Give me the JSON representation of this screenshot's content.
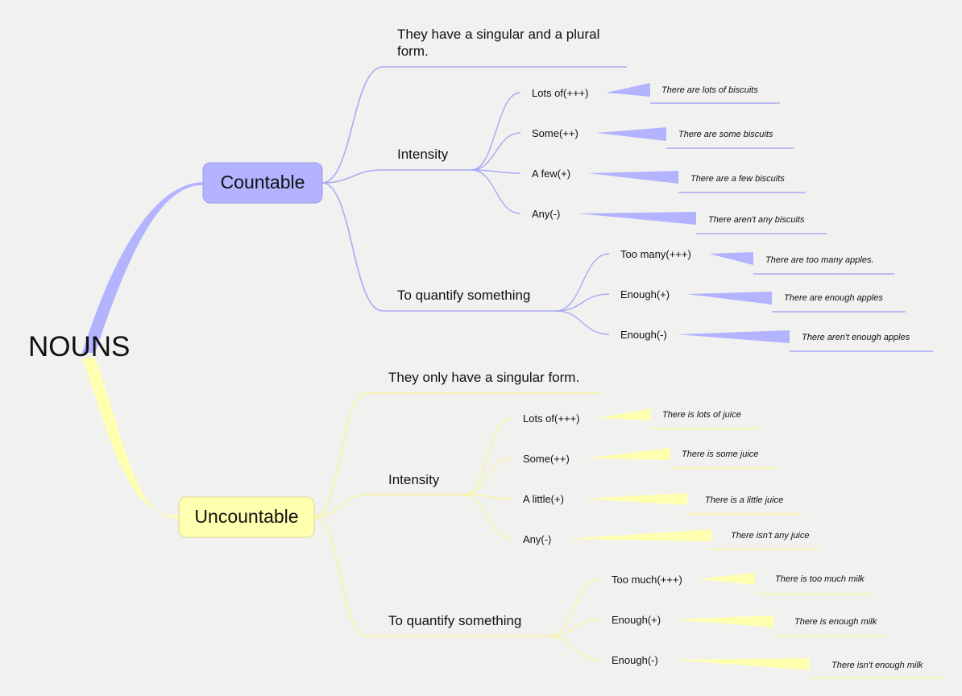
{
  "root": "NOUNS",
  "colors": {
    "countable": "#b3b3ff",
    "countable_line": "#aaaaf5",
    "uncountable": "#ffffb0",
    "uncountable_line": "#f8f5a0",
    "background": "#f1f1f0"
  },
  "branches": [
    {
      "key": "countable",
      "label": "Countable",
      "children": [
        {
          "label_lines": [
            "They have a singular and a plural",
            "form."
          ],
          "items": []
        },
        {
          "label_lines": [
            "Intensity"
          ],
          "items": [
            {
              "label": "Lots of(+++)",
              "example": "There are lots of biscuits"
            },
            {
              "label": "Some(++)",
              "example": "There are some biscuits"
            },
            {
              "label": "A few(+)",
              "example": "There are a few biscuits"
            },
            {
              "label": "Any(-)",
              "example": "There aren't any biscuits"
            }
          ]
        },
        {
          "label_lines": [
            "To quantify something"
          ],
          "items": [
            {
              "label": "Too many(+++)",
              "example": "There are too many apples."
            },
            {
              "label": "Enough(+)",
              "example": "There are enough apples"
            },
            {
              "label": "Enough(-)",
              "example": "There aren't enough apples"
            }
          ]
        }
      ]
    },
    {
      "key": "uncountable",
      "label": "Uncountable",
      "children": [
        {
          "label_lines": [
            "They only have a singular form."
          ],
          "items": []
        },
        {
          "label_lines": [
            "Intensity"
          ],
          "items": [
            {
              "label": "Lots of(+++)",
              "example": "There is lots of juice"
            },
            {
              "label": "Some(++)",
              "example": "There is some juice"
            },
            {
              "label": "A little(+)",
              "example": "There is a little juice"
            },
            {
              "label": "Any(-)",
              "example": "There isn't any juice"
            }
          ]
        },
        {
          "label_lines": [
            "To quantify something"
          ],
          "items": [
            {
              "label": "Too much(+++)",
              "example": "There is too much milk"
            },
            {
              "label": "Enough(+)",
              "example": "There is enough milk"
            },
            {
              "label": "Enough(-)",
              "example": "There isn't enough milk"
            }
          ]
        }
      ]
    }
  ]
}
